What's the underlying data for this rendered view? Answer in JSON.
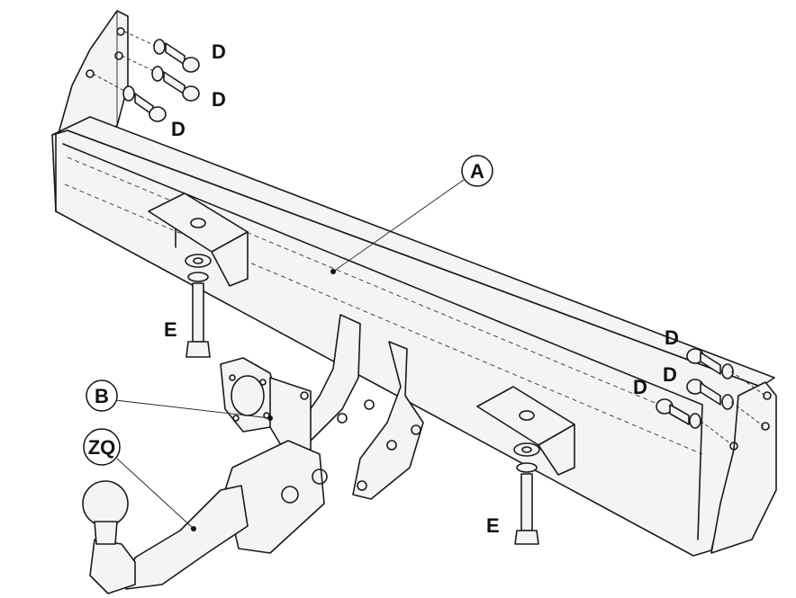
{
  "labels": {
    "a": "A",
    "b": "B",
    "zq": "ZQ",
    "d": "D",
    "e": "E"
  }
}
